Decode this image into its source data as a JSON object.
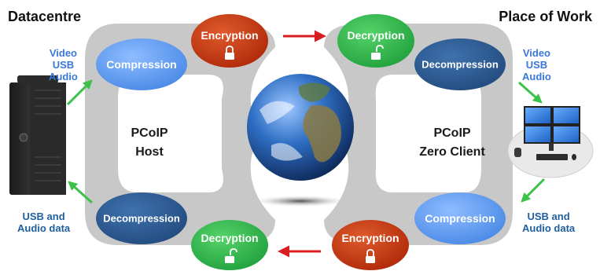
{
  "headings": {
    "left": "Datacentre",
    "right": "Place of Work"
  },
  "host": {
    "line1": "PCoIP",
    "line2": "Host"
  },
  "client": {
    "line1": "PCoIP",
    "line2": "Zero Client"
  },
  "datacentre_out": {
    "line1": "Video",
    "line2": "USB",
    "line3": "Audio"
  },
  "datacentre_in": {
    "line1": "USB and",
    "line2": "Audio data"
  },
  "work_in": {
    "line1": "Video",
    "line2": "USB",
    "line3": "Audio"
  },
  "work_out": {
    "line1": "USB and",
    "line2": "Audio data"
  },
  "nodes": {
    "host_compression": "Compression",
    "host_encryption": "Encryption",
    "host_decompression": "Decompression",
    "host_decryption": "Decryption",
    "client_decryption": "Decryption",
    "client_decompression": "Decompression",
    "client_compression": "Compression",
    "client_encryption": "Encryption"
  },
  "colors": {
    "compression": "#5b9bf0",
    "decompression": "#2b5a92",
    "encryption": "#c0340f",
    "decryption": "#2cb34a",
    "ring": "#c8c8c8",
    "link_arrow": "#d81e1e",
    "flow_arrow": "#3cc24a"
  },
  "icons": {
    "encryption": "locked-padlock-icon",
    "decryption": "unlocked-padlock-icon",
    "globe": "earth-globe-icon",
    "server": "tower-server-icon",
    "workstation": "multi-monitor-workstation-icon"
  }
}
